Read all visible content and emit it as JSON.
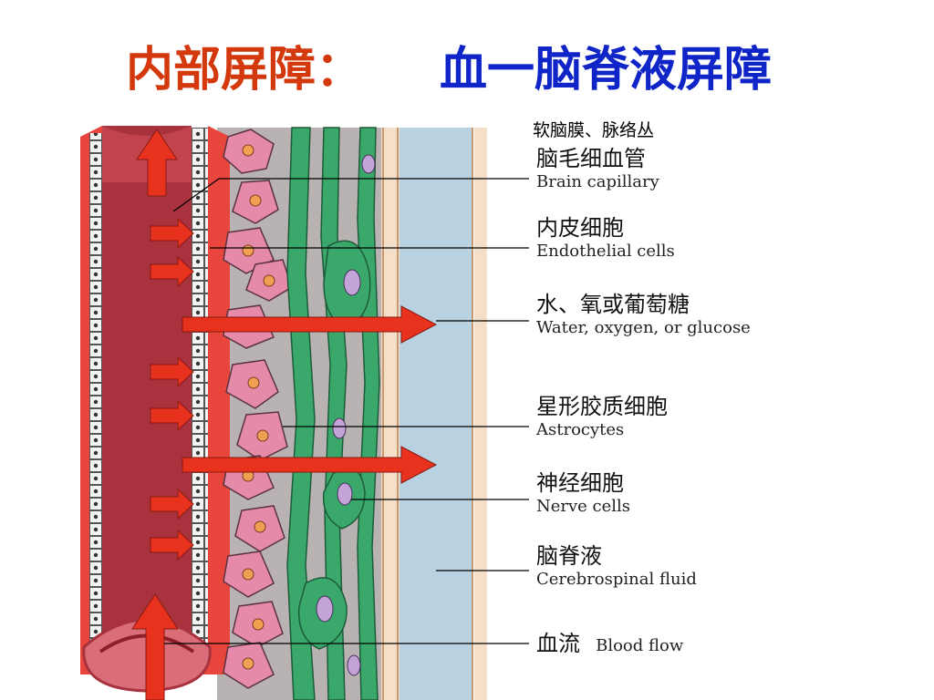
{
  "title": {
    "prefix": "内部屏障：",
    "main": "血一脑脊液屏障"
  },
  "top_note": "软脑膜、脉络丛",
  "labels": [
    {
      "cn": "脑毛细血管",
      "en": "Brain capillary"
    },
    {
      "cn": "内皮细胞",
      "en": "Endothelial cells"
    },
    {
      "cn": "水、氧或葡萄糖",
      "en": "Water, oxygen, or glucose"
    },
    {
      "cn": "星形胶质细胞",
      "en": "Astrocytes"
    },
    {
      "cn": "神经细胞",
      "en": "Nerve cells"
    },
    {
      "cn": "脑脊液",
      "en": "Cerebrospinal fluid"
    },
    {
      "cn": "血流",
      "en": "Blood flow"
    }
  ],
  "colors": {
    "title_prefix": "#d4380d",
    "title_main": "#1025c8",
    "capillary": "#a8323d",
    "capillary_wall": "#e8453c",
    "arrow": "#e8321e",
    "astrocyte": "#e58aa8",
    "nerve": "#3aa86b",
    "csf": "#b9d2e2"
  }
}
